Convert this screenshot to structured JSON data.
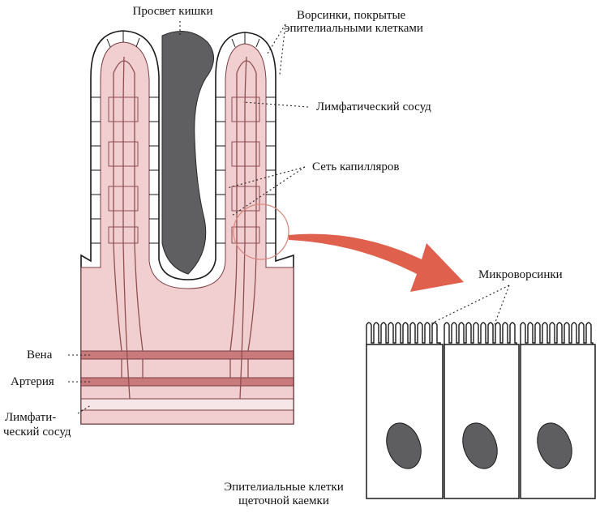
{
  "labels": {
    "lumen": "Просвет кишки",
    "villi_line1": "Ворсинки, покрытые",
    "villi_line2": "эпителиальными клетками",
    "lymph_vessel": "Лимфатический сосуд",
    "capillary_net": "Сеть капилляров",
    "microvilli": "Микроворсинки",
    "vein": "Вена",
    "artery": "Артерия",
    "lymph_line1": "Лимфати-",
    "lymph_line2": "ческий сосуд",
    "epithelial_line1": "Эпителиальные клетки",
    "epithelial_line2": "щеточной каемки"
  },
  "colors": {
    "tissue": "#f1cfd1",
    "vessel": "#c97a7c",
    "vessel_dark": "#8f4e52",
    "lumen": "#5f5f61",
    "arrow": "#e0604e",
    "nucleus": "#5e5e60"
  }
}
